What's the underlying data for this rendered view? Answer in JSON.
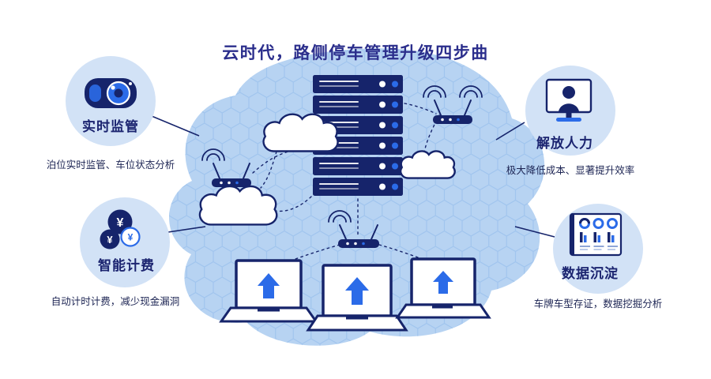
{
  "title": "云时代，路侧停车管理升级四步曲",
  "features": [
    {
      "id": "realtime-monitoring",
      "label": "实时监管",
      "desc": "泊位实时监管、车位状态分析"
    },
    {
      "id": "free-manpower",
      "label": "解放人力",
      "desc": "极大降低成本、显著提升效率"
    },
    {
      "id": "smart-billing",
      "label": "智能计费",
      "desc": "自动计时计费，减少现金漏洞"
    },
    {
      "id": "data-accumulation",
      "label": "数据沉淀",
      "desc": "车牌车型存证，数据挖掘分析"
    }
  ],
  "icons": {
    "yen": "¥",
    "camera": "camera-icon",
    "monitor_person": "monitor-person-icon",
    "coins": "coins-icon",
    "chart": "chart-dashboard-icon"
  },
  "colors": {
    "navy": "#16246b",
    "accent_blue": "#2b6be8",
    "blob_fill": "#b7d3f2",
    "hex_lines": "#9dc2ed",
    "circle_fill": "#d2e2f6",
    "title_text": "#2b2e8c"
  }
}
